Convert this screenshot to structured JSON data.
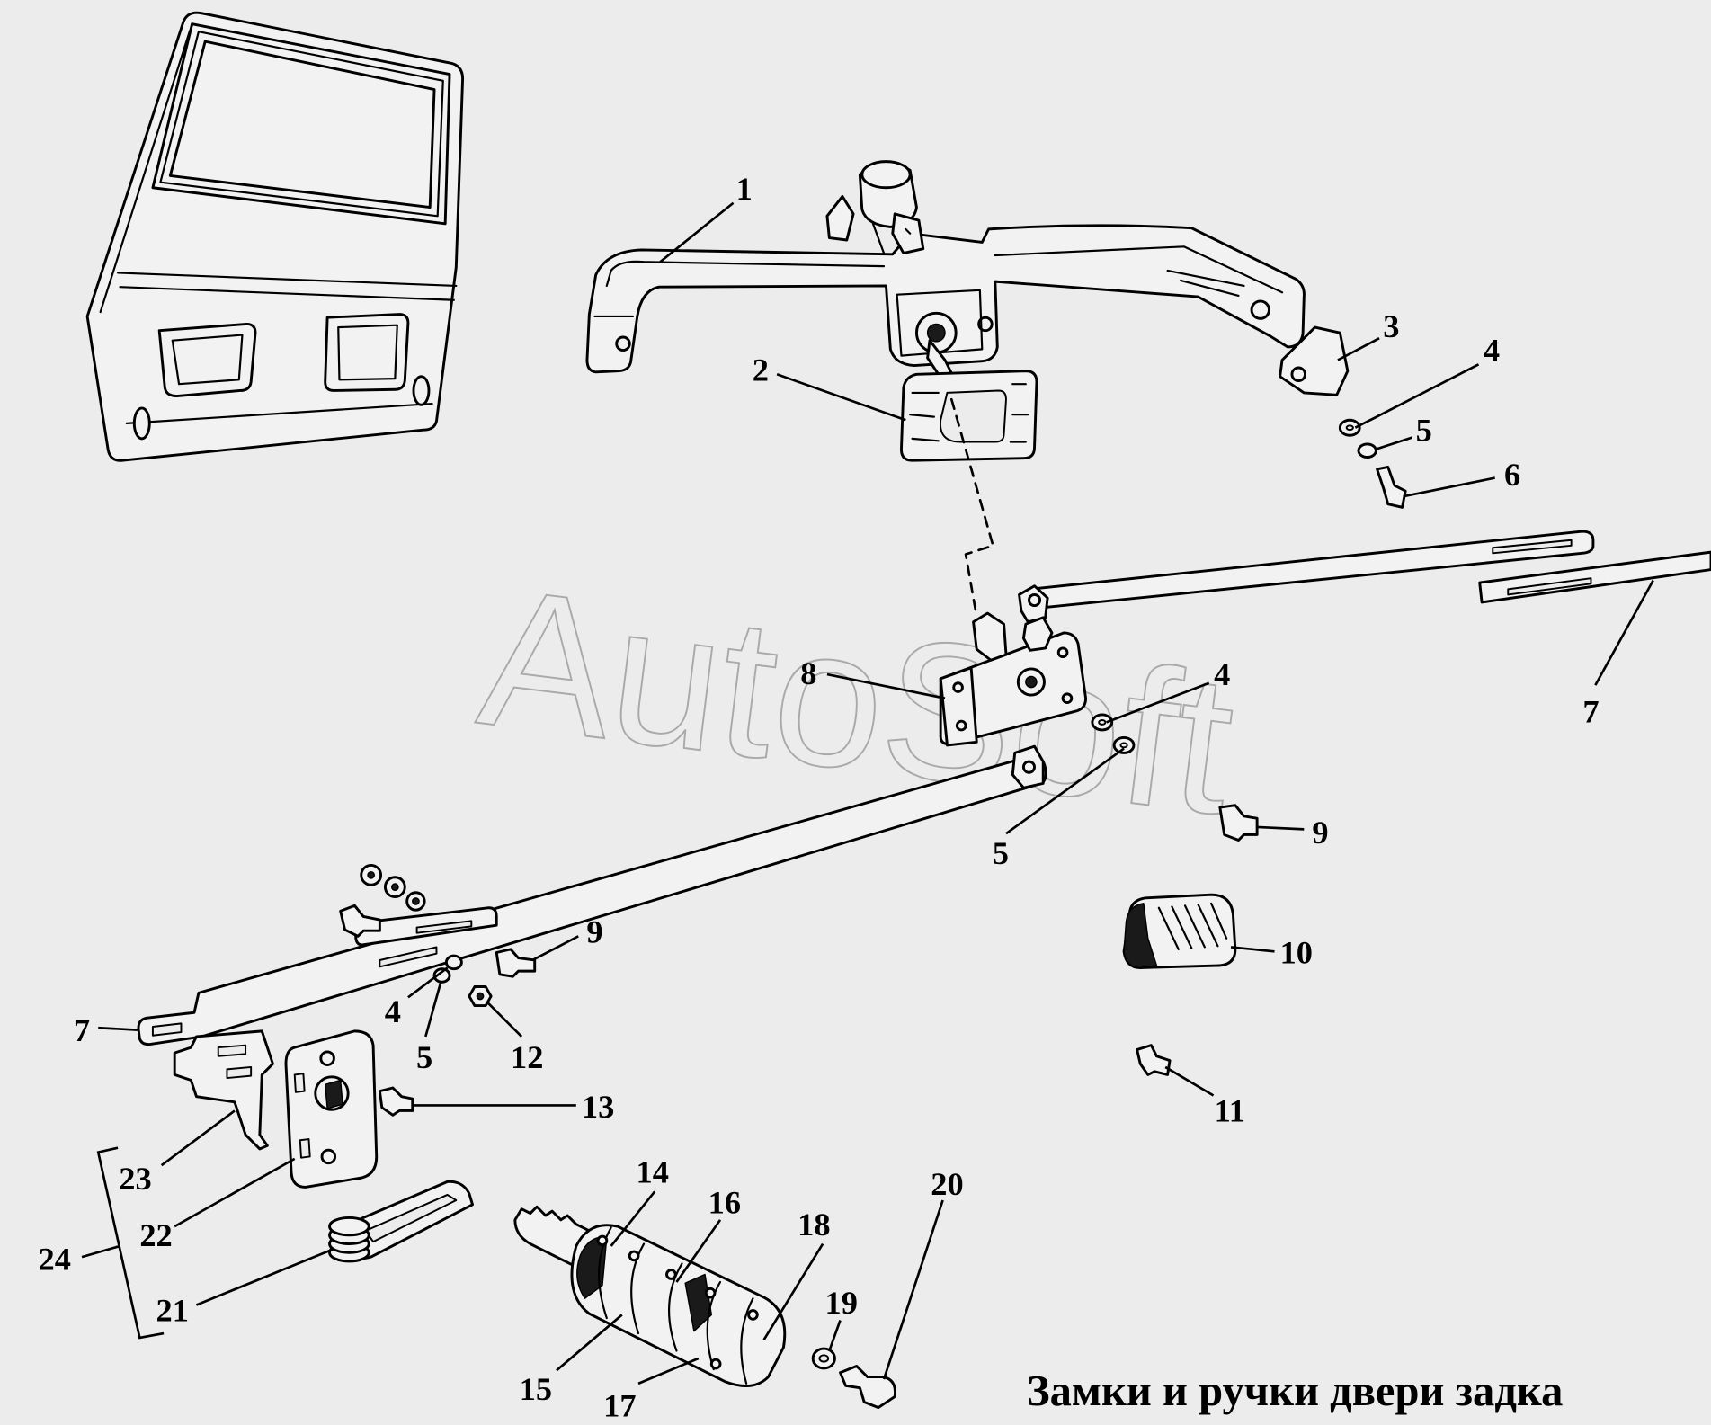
{
  "title": "Замки и ручки двери задка",
  "watermark": "AutoSoft",
  "callouts": [
    {
      "label": "1"
    },
    {
      "label": "2"
    },
    {
      "label": "3"
    },
    {
      "label": "4"
    },
    {
      "label": "5"
    },
    {
      "label": "6"
    },
    {
      "label": "7"
    },
    {
      "label": "8"
    },
    {
      "label": "4"
    },
    {
      "label": "5"
    },
    {
      "label": "9"
    },
    {
      "label": "10"
    },
    {
      "label": "9"
    },
    {
      "label": "4"
    },
    {
      "label": "5"
    },
    {
      "label": "12"
    },
    {
      "label": "7"
    },
    {
      "label": "13"
    },
    {
      "label": "11"
    },
    {
      "label": "23"
    },
    {
      "label": "22"
    },
    {
      "label": "24"
    },
    {
      "label": "21"
    },
    {
      "label": "14"
    },
    {
      "label": "16"
    },
    {
      "label": "18"
    },
    {
      "label": "20"
    },
    {
      "label": "19"
    },
    {
      "label": "15"
    },
    {
      "label": "17"
    }
  ]
}
